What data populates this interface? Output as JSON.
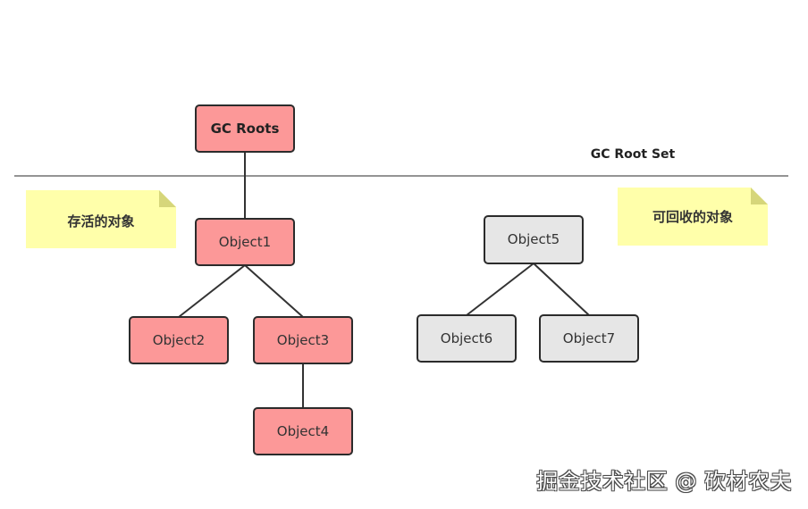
{
  "root_set_label": "GC Root Set",
  "nodes": {
    "gc_roots": "GC Roots",
    "object1": "Object1",
    "object2": "Object2",
    "object3": "Object3",
    "object4": "Object4",
    "object5": "Object5",
    "object6": "Object6",
    "object7": "Object7"
  },
  "notes": {
    "live": "存活的对象",
    "collectable": "可回收的对象"
  },
  "colors": {
    "live_fill": "#fc9898",
    "dead_fill": "#e6e6e6",
    "note_fill": "#ffffaa"
  },
  "watermark": "掘金技术社区 @ 砍材农夫"
}
